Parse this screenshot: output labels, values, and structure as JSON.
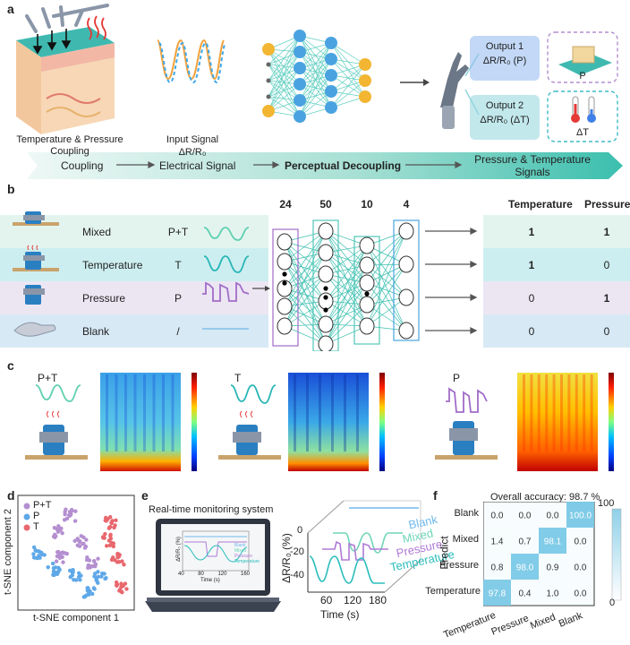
{
  "panels": {
    "a": "a",
    "b": "b",
    "c": "c",
    "d": "d",
    "e": "e",
    "f": "f"
  },
  "panel_a": {
    "skin_label": "Temperature & Pressure\nCoupling",
    "input_label": "Input Signal",
    "input_formula": "ΔR/R₀",
    "output1_title": "Output 1",
    "output1_formula": "ΔR/R₀ (P)",
    "output1_icon_label": "P",
    "output2_title": "Output 2",
    "output2_formula": "ΔR/R₀ (ΔT)",
    "output2_icon_label": "ΔT",
    "flow": [
      "Coupling",
      "Electrical Signal",
      "Perceptual Decoupling",
      "Pressure & Temperature\nSignals"
    ],
    "colors": {
      "accent": "#3bbfae",
      "node_blue": "#4aa3e0",
      "node_yellow": "#f2b632",
      "output_box": "#8fd6dc"
    }
  },
  "panel_b": {
    "rows": [
      {
        "name": "Mixed",
        "code": "P+T",
        "temperature": "1",
        "pressure": "1",
        "color": "#e3f4ef",
        "wave_color": "#5fd0b0"
      },
      {
        "name": "Temperature",
        "code": "T",
        "temperature": "1",
        "pressure": "0",
        "color": "#cdeef0",
        "wave_color": "#28b6b6"
      },
      {
        "name": "Pressure",
        "code": "P",
        "temperature": "0",
        "pressure": "1",
        "color": "#ece6f3",
        "wave_color": "#a06cc8"
      },
      {
        "name": "Blank",
        "code": "/",
        "temperature": "0",
        "pressure": "0",
        "color": "#d7e9f5",
        "wave_color": "#8cc4ea"
      }
    ],
    "layers": [
      "24",
      "50",
      "10",
      "4"
    ],
    "col_temperature": "Temperature",
    "col_pressure": "Pressure"
  },
  "panel_c": {
    "items": [
      {
        "label": "P+T",
        "wave_color": "#5fd0b0"
      },
      {
        "label": "T",
        "wave_color": "#28b6b6"
      },
      {
        "label": "P",
        "wave_color": "#a06cc8"
      }
    ]
  },
  "panel_d": {
    "legend": [
      {
        "label": "P+T",
        "color": "#b48fd0"
      },
      {
        "label": "P",
        "color": "#5fa8e8"
      },
      {
        "label": "T",
        "color": "#e8676d"
      }
    ],
    "xlabel": "t-SNE component 1",
    "ylabel": "t-SNE component 2"
  },
  "panel_e": {
    "title": "Real-time monitoring system",
    "chart_data": {
      "type": "line",
      "xlabel": "Time (s)",
      "ylabel": "ΔR/R₀ (%)",
      "xticks": [
        "60",
        "120",
        "180"
      ],
      "yticks": [
        "0",
        "-20",
        "-40"
      ],
      "series": [
        {
          "name": "Blank",
          "color": "#6fb8ec"
        },
        {
          "name": "Mixed",
          "color": "#6fd6b8"
        },
        {
          "name": "Pressure",
          "color": "#b07ad6"
        },
        {
          "name": "Temperature",
          "color": "#2bbdbd"
        }
      ]
    },
    "screen_xticks": [
      "40",
      "80",
      "120",
      "160"
    ],
    "screen_xlabel": "Time (s)",
    "screen_ylabel": "ΔR/R₀ (%)",
    "screen_legend": [
      "Blank",
      "Mixed",
      "Pressure",
      "Temperature"
    ]
  },
  "panel_f": {
    "title": "Overall accuracy: 98.7 %",
    "ylabel": "Predict",
    "colorbar_max": "100",
    "colorbar_min": "0",
    "chart_data": {
      "type": "heatmap",
      "rows": [
        "Blank",
        "Mixed",
        "Pressure",
        "Temperature"
      ],
      "cols": [
        "Temperature",
        "Pressure",
        "Mixed",
        "Blank"
      ],
      "values": [
        [
          0.0,
          0.0,
          0.0,
          100.0
        ],
        [
          1.4,
          0.7,
          98.1,
          0.0
        ],
        [
          0.8,
          98.0,
          0.9,
          0.0
        ],
        [
          97.8,
          0.4,
          1.0,
          0.0
        ]
      ]
    }
  }
}
